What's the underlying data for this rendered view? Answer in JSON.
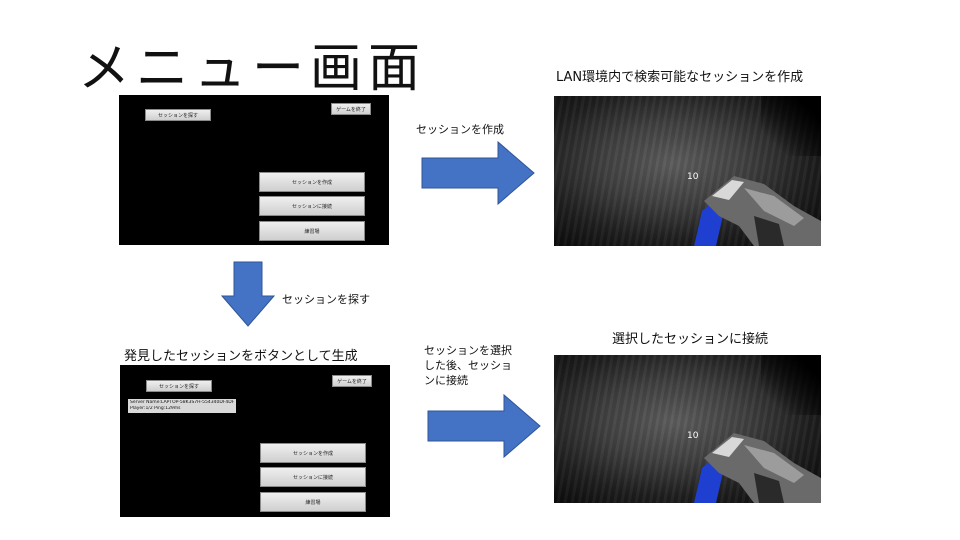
{
  "title": "メニュー画面",
  "menu_screen": {
    "find_session": "セッションを探す",
    "quit_game": "ゲームを終了",
    "create_session": "セッションを作成",
    "connect_session": "セッションに接続",
    "practice": "練習場"
  },
  "server_list": {
    "line1": "Server Name:LAPTOP-58K3S7H-554340DF4DFD7C9",
    "line2": "Player:1/2 Ping:129ms"
  },
  "captions": {
    "created_session": "LAN環境内で検索可能なセッションを作成",
    "generated_buttons": "発見したセッションをボタンとして生成",
    "connected": "選択したセッションに接続"
  },
  "arrow_labels": {
    "create": "セッションを作成",
    "find": "セッションを探す",
    "select_line1": "セッションを選択",
    "select_line2": "した後、セッショ",
    "select_line3": "ンに接続"
  },
  "hud": {
    "ammo_top": "10",
    "ammo_bottom": "10"
  },
  "colors": {
    "arrow_fill": "#4472C4",
    "arrow_stroke": "#2F5597",
    "menu_bg": "#000000"
  }
}
